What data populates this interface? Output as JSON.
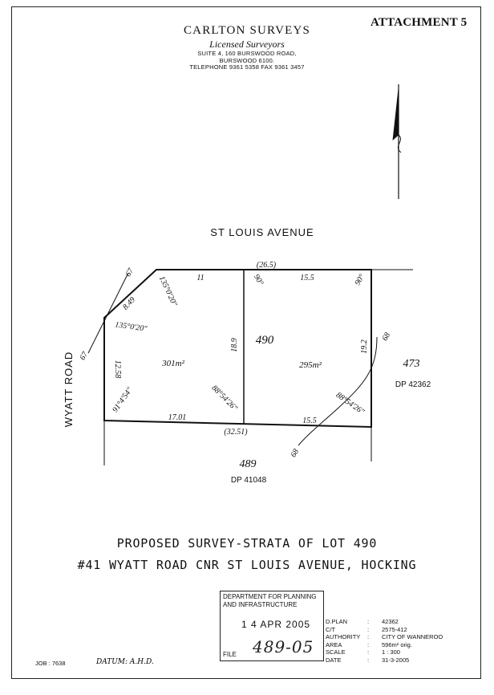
{
  "attachment_label": "ATTACHMENT 5",
  "surveyor": {
    "name": "CARLTON SURVEYS",
    "subtitle": "Licensed Surveyors",
    "address_lines": [
      "SUITE 4, 160 BURSWOOD ROAD,",
      "BURSWOOD 6100."
    ],
    "phone_line": "TELEPHONE 9361 5358 FAX 9361 3457"
  },
  "plan": {
    "north_road": "ST LOUIS AVENUE",
    "west_road": "WYATT ROAD",
    "lot_number": "490",
    "lot_west_area": "301m²",
    "lot_east_area": "295m²",
    "top_total": "(26.5)",
    "bottom_total": "(32.51)",
    "dims": {
      "top_west": "11",
      "top_east": "15.5",
      "truncation": "8.49",
      "west_side": "12.58",
      "middle": "18.9",
      "east_side": "19.2",
      "bottom_west": "17.01",
      "bottom_east": "15.5"
    },
    "angles": {
      "trunc_top": "135°0'20\"",
      "trunc_left": "135°0'20\"",
      "top_mid": "90°",
      "top_east": "90°",
      "bottom_west": "91°4'54\"",
      "bottom_mid": "88°54'26\"",
      "bottom_east": "88°54'26\""
    },
    "section_marks": {
      "left_top": "67",
      "left_bottom": "67",
      "right_top": "68",
      "right_bottom": "68"
    },
    "neighbours": {
      "east_lot": "473",
      "east_dp": "DP 42362",
      "south_lot": "489",
      "south_dp": "DP 41048"
    }
  },
  "title": {
    "line1": "PROPOSED SURVEY-STRATA OF LOT 490",
    "line2": "#41 WYATT ROAD CNR ST LOUIS AVENUE, HOCKING"
  },
  "stamp": {
    "department_line1": "DEPARTMENT FOR PLANNING",
    "department_line2": "AND INFRASTRUCTURE",
    "date": "1 4 APR 2005",
    "file_label": "FILE",
    "file_value": "489-05"
  },
  "details": [
    {
      "key": "D.PLAN",
      "value": "42362"
    },
    {
      "key": "C/T",
      "value": "2575-412"
    },
    {
      "key": "AUTHORITY",
      "value": "CITY OF WANNEROO"
    },
    {
      "key": "AREA",
      "value": "596m² orig."
    },
    {
      "key": "SCALE",
      "value": "1 : 300"
    },
    {
      "key": "DATE",
      "value": "31-3-2005"
    }
  ],
  "job": "JOB : 7638",
  "datum": "DATUM: A.H.D."
}
